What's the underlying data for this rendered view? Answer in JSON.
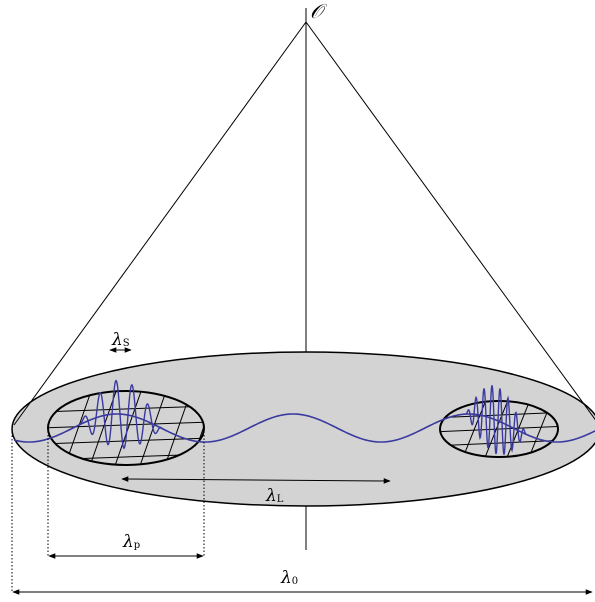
{
  "labels": {
    "origin": "𝒪",
    "lambda_s": {
      "main": "λ",
      "sub": "S"
    },
    "lambda_l": {
      "main": "λ",
      "sub": "L"
    },
    "lambda_p": {
      "main": "λ",
      "sub": "p"
    },
    "lambda_0": {
      "main": "λ",
      "sub": "0"
    }
  },
  "colors": {
    "disk_fill": "#d3d3d3",
    "line": "#000000",
    "wave": "#3a3aa0",
    "patch_fill": "#d3d3d3"
  }
}
